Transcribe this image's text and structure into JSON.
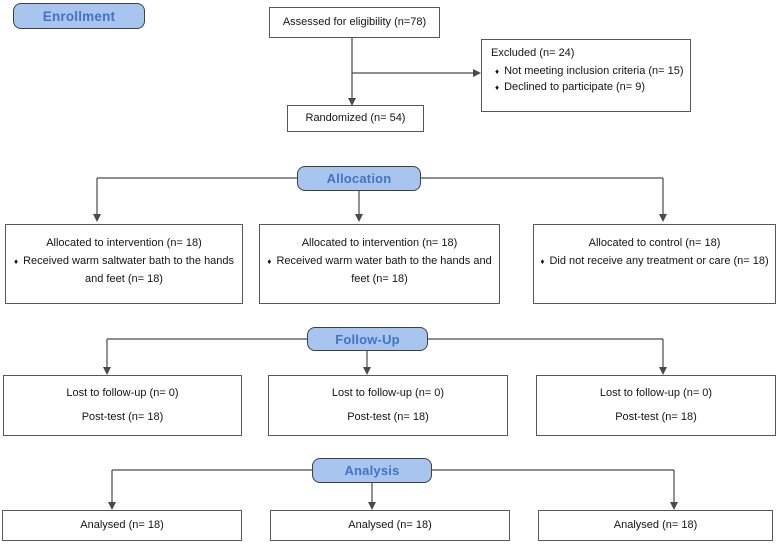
{
  "colors": {
    "stage_fill": "#A8C5F0",
    "stage_text": "#4472C4",
    "line": "#4a4a4a"
  },
  "bullet": "♦",
  "stages": {
    "enrollment": "Enrollment",
    "allocation": "Allocation",
    "followup": "Follow-Up",
    "analysis": "Analysis"
  },
  "enrollment": {
    "assessed": "Assessed for eligibility (n=78)",
    "excluded": {
      "title": "Excluded (n= 24)",
      "items": [
        "Not meeting inclusion criteria (n= 15)",
        "Declined to participate (n= 9)"
      ]
    },
    "randomized": "Randomized (n= 54)"
  },
  "allocation": {
    "groups": [
      {
        "title": "Allocated to intervention (n= 18)",
        "bullet": "Received warm saltwater bath to the hands and feet (n= 18)"
      },
      {
        "title": "Allocated to intervention (n= 18)",
        "bullet": "Received warm water bath to the hands and feet (n= 18)"
      },
      {
        "title": "Allocated to control (n= 18)",
        "bullet": "Did not receive any treatment or care (n= 18)"
      }
    ]
  },
  "followup": {
    "groups": [
      {
        "lost": "Lost to follow-up (n= 0)",
        "posttest": "Post-test (n= 18)"
      },
      {
        "lost": "Lost to follow-up (n= 0)",
        "posttest": "Post-test (n= 18)"
      },
      {
        "lost": "Lost to follow-up (n= 0)",
        "posttest": "Post-test (n= 18)"
      }
    ]
  },
  "analysis": {
    "groups": [
      {
        "label": "Analysed (n= 18)"
      },
      {
        "label": "Analysed (n= 18)"
      },
      {
        "label": "Analysed (n= 18)"
      }
    ]
  }
}
